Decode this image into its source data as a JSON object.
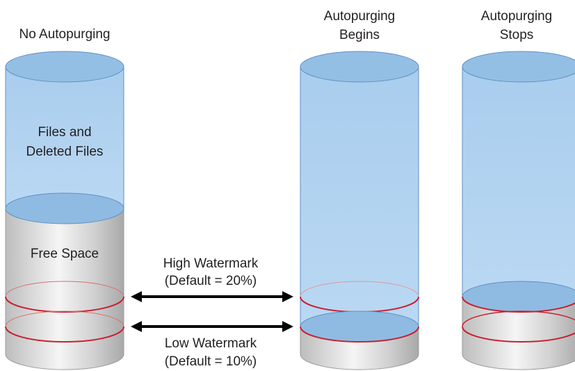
{
  "columns": [
    {
      "id": "no-autopurging",
      "title_lines": [
        "No Autopurging"
      ],
      "inner_label_lines": [
        "Files and",
        "Deleted Files"
      ],
      "free_label": "Free Space"
    },
    {
      "id": "autopurging-begins",
      "title_lines": [
        "Autopurging",
        "Begins"
      ]
    },
    {
      "id": "autopurging-stops",
      "title_lines": [
        "Autopurging",
        "Stops"
      ]
    }
  ],
  "watermarks": {
    "high": {
      "label_lines": [
        "High Watermark",
        "(Default = 20%)"
      ]
    },
    "low": {
      "label_lines": [
        "Low Watermark",
        "(Default = 10%)"
      ]
    }
  },
  "colors": {
    "files_fill": "#b3d3f0",
    "files_edge": "#5e8fc4",
    "ellipse_fill": "#94bfe4",
    "watermark_line": "#c8202f",
    "arrow": "#000000",
    "metal_light": "#f4f4f4",
    "metal_dark": "#b8b8b8"
  }
}
